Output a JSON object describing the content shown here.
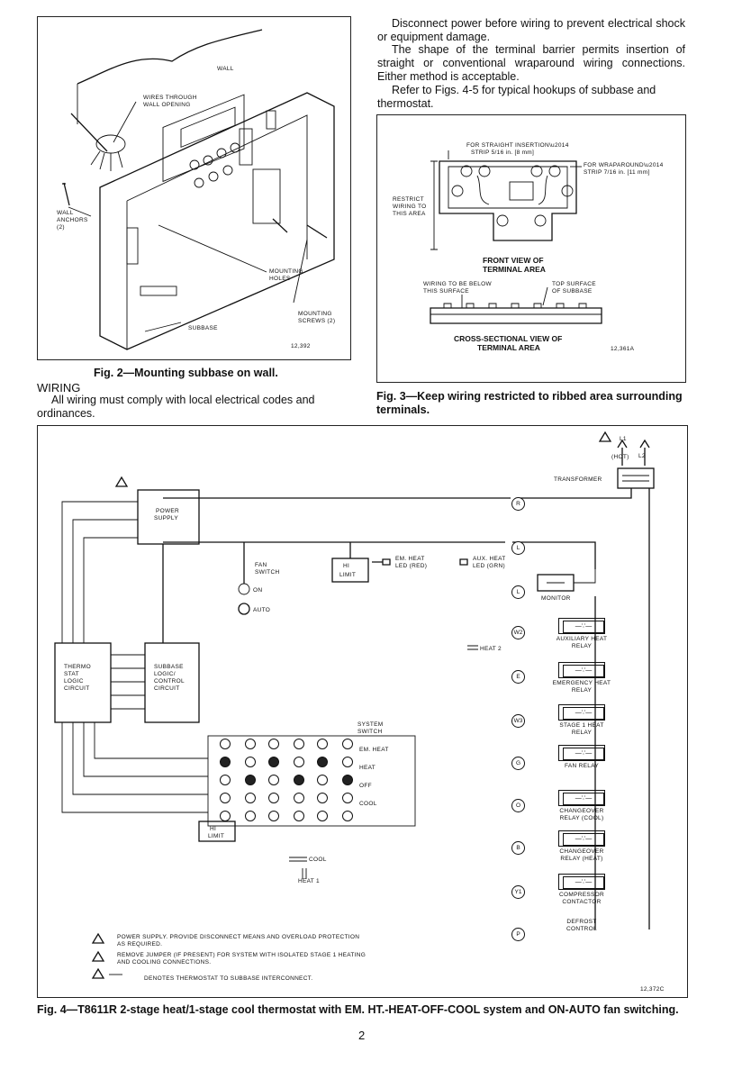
{
  "right_column": {
    "paragraph1": "Disconnect power before wiring to prevent electrical shock or equipment damage.",
    "paragraph2": "The shape of the terminal barrier permits insertion of straight or conventional wraparound wiring connections. Either method is acceptable.",
    "paragraph3": "Refer to Figs. 4-5 for typical hookups of subbase and thermostat."
  },
  "fig2": {
    "label_wall": "WALL",
    "label_wires": "WIRES THROUGH WALL OPENING",
    "label_anchors": "WALL ANCHORS (2)",
    "label_mounting_holes": "MOUNTING HOLES",
    "label_mounting_screws": "MOUNTING SCREWS (2)",
    "label_subbase": "SUBBASE",
    "code": "12,392",
    "caption": "Fig. 2—Mounting subbase on wall."
  },
  "wiring": {
    "heading": "WIRING",
    "text": "All wiring must comply with local electrical codes and ordinances."
  },
  "fig3": {
    "label_straight": "FOR STRAIGHT INSERTION— STRIP 5/16 in. [8 mm]",
    "label_wrap": "FOR WRAPAROUND— STRIP 7/16 in. [11 mm]",
    "label_restrict": "RESTRICT WIRING TO THIS AREA",
    "label_front": "FRONT VIEW OF TERMINAL AREA",
    "label_below": "WIRING TO BE BELOW THIS SURFACE",
    "label_top": "TOP SURFACE OF SUBBASE",
    "label_cross": "CROSS-SECTIONAL VIEW OF TERMINAL AREA",
    "code": "12,361A",
    "caption": "Fig. 3—Keep wiring restricted to ribbed area surrounding terminals."
  },
  "fig4": {
    "l1": "L1",
    "hot": "(HOT)",
    "l2": "L2",
    "transformer": "TRANSFORMER",
    "power_supply": "POWER SUPPLY",
    "fan_switch": "FAN SWITCH",
    "on": "ON",
    "auto": "AUTO",
    "hi_limit": "HI LIMIT",
    "em_heat_led": "EM. HEAT LED (RED)",
    "aux_heat_led": "AUX. HEAT LED (GRN)",
    "monitor": "MONITOR",
    "heat2": "HEAT 2",
    "thermostat_logic": "THERMO STAT LOGIC CIRCUIT",
    "subbase_logic": "SUBBASE LOGIC/ CONTROL CIRCUIT",
    "system_switch": "SYSTEM SWITCH",
    "em_heat": "EM. HEAT",
    "heat": "HEAT",
    "off": "OFF",
    "cool": "COOL",
    "cool_anticipator": "COOL",
    "heat1": "HEAT 1",
    "terminals": [
      "R",
      "L",
      "L",
      "W2",
      "E",
      "W3",
      "G",
      "O",
      "B",
      "Y1",
      "P"
    ],
    "relays": [
      "AUXILIARY HEAT RELAY",
      "EMERGENCY HEAT RELAY",
      "STAGE 1 HEAT RELAY",
      "FAN RELAY",
      "CHANGEOVER RELAY (COOL)",
      "CHANGEOVER RELAY (HEAT)",
      "COMPRESSOR CONTACTOR",
      "DEFROST CONTROL"
    ],
    "note1": "POWER SUPPLY. PROVIDE DISCONNECT MEANS AND OVERLOAD PROTECTION AS REQUIRED.",
    "note2": "REMOVE JUMPER (IF PRESENT) FOR SYSTEM WITH ISOLATED STAGE 1 HEATING AND COOLING CONNECTIONS.",
    "note3": "DENOTES THERMOSTAT TO SUBBASE INTERCONNECT.",
    "code": "12,372C",
    "caption": "Fig. 4—T8611R 2-stage heat/1-stage cool thermostat with EM. HT.-HEAT-OFF-COOL system and ON-AUTO fan switching."
  },
  "page_number": "2"
}
